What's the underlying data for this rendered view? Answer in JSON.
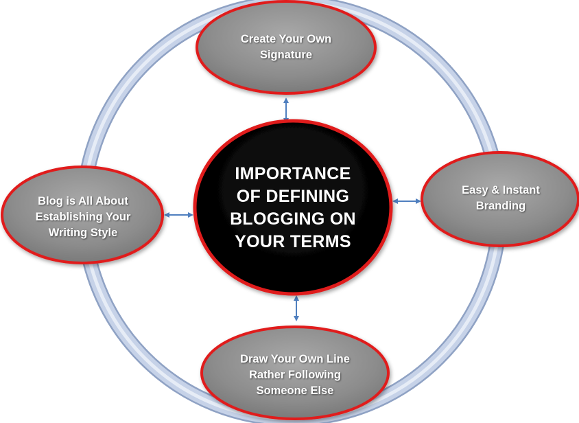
{
  "diagram": {
    "center": {
      "text": "IMPORTANCE\nOF DEFINING\nBLOGGING ON\nYOUR TERMS"
    },
    "nodes": {
      "top": {
        "text": "Create Your Own\nSignature"
      },
      "right": {
        "text": "Easy & Instant\nBranding"
      },
      "bottom": {
        "text": "Draw Your Own Line\nRather Following\nSomeone Else"
      },
      "left": {
        "text": "Blog is All About\nEstablishing  Your\nWriting Style"
      }
    },
    "colors": {
      "center_fill": "#000000",
      "node_fill": "#8f8f8f",
      "node_border": "#e01b1b",
      "ring": "#b9c7e0",
      "arrow": "#4f7fbf",
      "text": "#ffffff"
    }
  }
}
